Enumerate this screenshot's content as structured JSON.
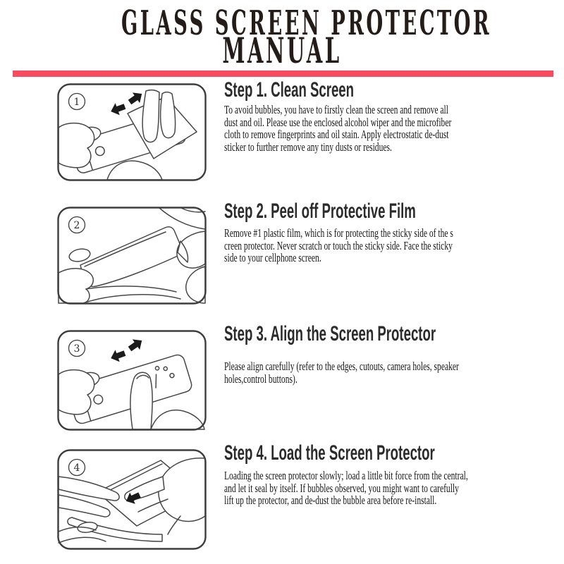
{
  "page": {
    "title_line1": "GLASS SCREEN PROTECTOR",
    "title_line2": "MANUAL",
    "divider_color": "#f84b60"
  },
  "icons": {
    "circled_numbers": [
      "①",
      "②",
      "③",
      "④"
    ],
    "wipe_arrows": "⬅ ➡",
    "press_arrow": "⬋"
  },
  "steps": [
    {
      "number": "1",
      "heading": "Step 1. Clean Screen",
      "illustration": "hand-wiping-phone-screen-with-cloth",
      "body_lines": [
        "To avoid bubbles, you have to firstly clean the screen and remove all",
        "dust and oil. Please use the enclosed alcohol wiper and the microfiber",
        "cloth to remove fingerprints and oil stain. Apply electrostatic de-dust",
        "sticker to further remove any tiny dusts or residues."
      ]
    },
    {
      "number": "2",
      "heading": "Step 2. Peel off Protective Film",
      "illustration": "two-hands-peeling-film-off-protector",
      "body_lines": [
        "Remove #1 plastic film, which is for protecting the sticky side of the s",
        "creen protector. Never scratch or touch the sticky side. Face the sticky",
        "side to your cellphone screen."
      ]
    },
    {
      "number": "3",
      "heading": "Step 3. Align the Screen Protector",
      "illustration": "finger-aligning-protector-on-phone",
      "body_lines": [
        "Please align carefully (refer to the edges, cutouts, camera holes, speaker",
        "holes,control buttons)."
      ]
    },
    {
      "number": "4",
      "heading": "Step 4. Load the Screen Protector",
      "illustration": "hand-pressing-protector-onto-screen",
      "body_lines": [
        "Loading the screen protector slowly; load a little bit force from the central,",
        "and let it seal by itself. If bubbles observed, you might want to carefully",
        "lift up the protector, and de-dust the bubble area before re-install."
      ]
    }
  ]
}
